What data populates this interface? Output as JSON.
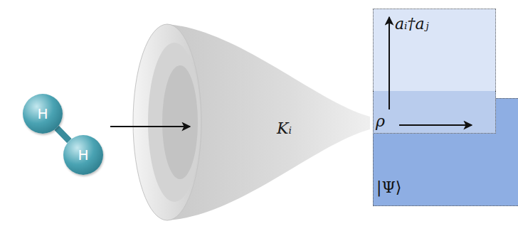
{
  "diagram": {
    "nodes": [
      {
        "text": [
          "H"
        ]
      },
      {
        "text": [
          "H"
        ]
      },
      {
        "text": [
          "Kᵢ"
        ]
      },
      {
        "text": [
          "aᵢ†aⱼ"
        ]
      },
      {
        "text": [
          "ρ"
        ]
      },
      {
        "text": [
          "|Ψ⟩"
        ]
      }
    ],
    "edges": [
      {
        "from": 0,
        "to": 1,
        "arrow": "none"
      }
    ]
  }
}
